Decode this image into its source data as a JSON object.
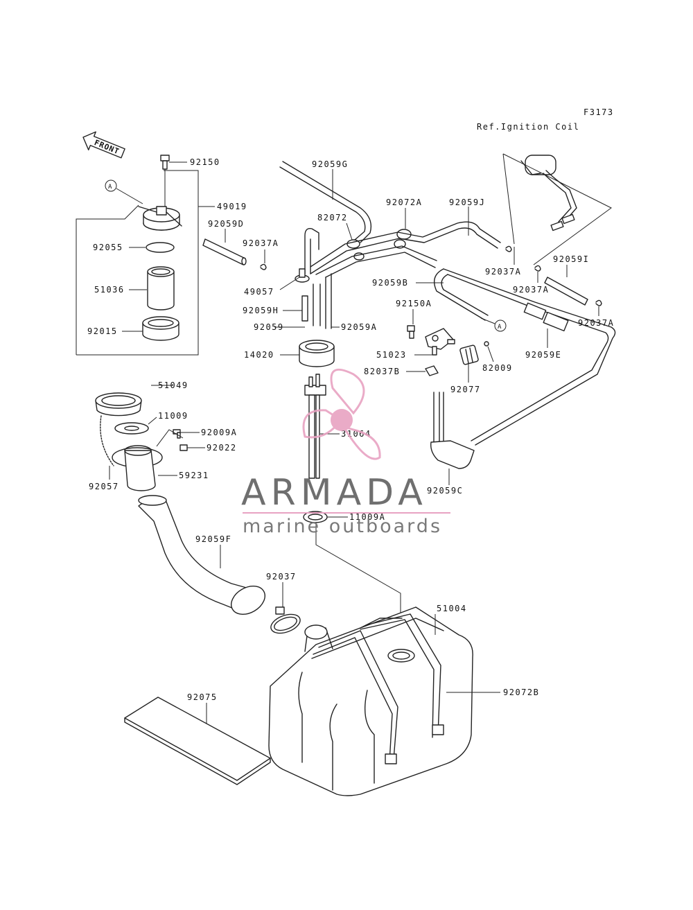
{
  "drawing_code": "F3173",
  "ref_note": "Ref.Ignition Coil",
  "front_label": "FRONT",
  "ref_marker": "A",
  "watermark": {
    "brand": "ARMADA",
    "tagline": "marine outboards",
    "accent_color": "#e8a2c2",
    "text_color": "#707070"
  },
  "labels": {
    "p92150": "92150",
    "p49019": "49019",
    "p92059D": "92059D",
    "p92055": "92055",
    "p51036": "51036",
    "p92015": "92015",
    "p92059G": "92059G",
    "p82072": "82072",
    "p92072A": "92072A",
    "p92059J": "92059J",
    "p92037A_1": "92037A",
    "p49057": "49057",
    "p92059H": "92059H",
    "p92059": "92059",
    "p92059A": "92059A",
    "p92059B": "92059B",
    "p92150A": "92150A",
    "p92037A_2": "92037A",
    "p92037A_3": "92037A",
    "p92059I": "92059I",
    "p92037A_4": "92037A",
    "p92059E": "92059E",
    "p14020": "14020",
    "p51023": "51023",
    "p82009": "82009",
    "p82037B": "82037B",
    "p92077": "92077",
    "p51049": "51049",
    "p11009": "11009",
    "p92009A": "92009A",
    "p92022": "92022",
    "p31064": "31064",
    "p92057": "92057",
    "p59231": "59231",
    "p92059C": "92059C",
    "p11009A": "11009A",
    "p92059F": "92059F",
    "p92037": "92037",
    "p51004": "51004",
    "p92072B": "92072B",
    "p92075": "92075"
  }
}
